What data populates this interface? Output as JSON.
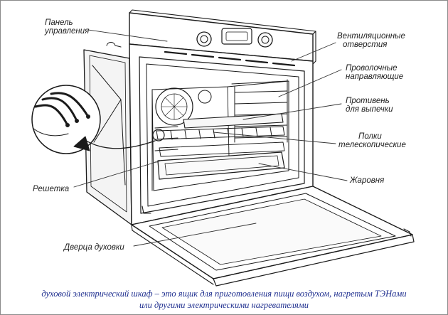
{
  "labels": {
    "control_panel": [
      "Панель",
      "управления"
    ],
    "vents": [
      "Вентиляционные",
      "отверстия"
    ],
    "wire_guides": [
      "Проволочные",
      "направляющие"
    ],
    "baking_tray": [
      "Противень",
      "для выпечки"
    ],
    "shelves": [
      "Полки",
      "телескопические"
    ],
    "rack": "Решетка",
    "roaster": "Жаровня",
    "door": "Дверца духовки"
  },
  "caption": {
    "line1": "духовой электрический шкаф – это ящик для приготовления пищи воздухом, нагретым ТЭНами",
    "line2": "или другими электрическими нагревателями"
  },
  "colors": {
    "caption": "#1f2f8f",
    "line": "#1a1a1a"
  }
}
